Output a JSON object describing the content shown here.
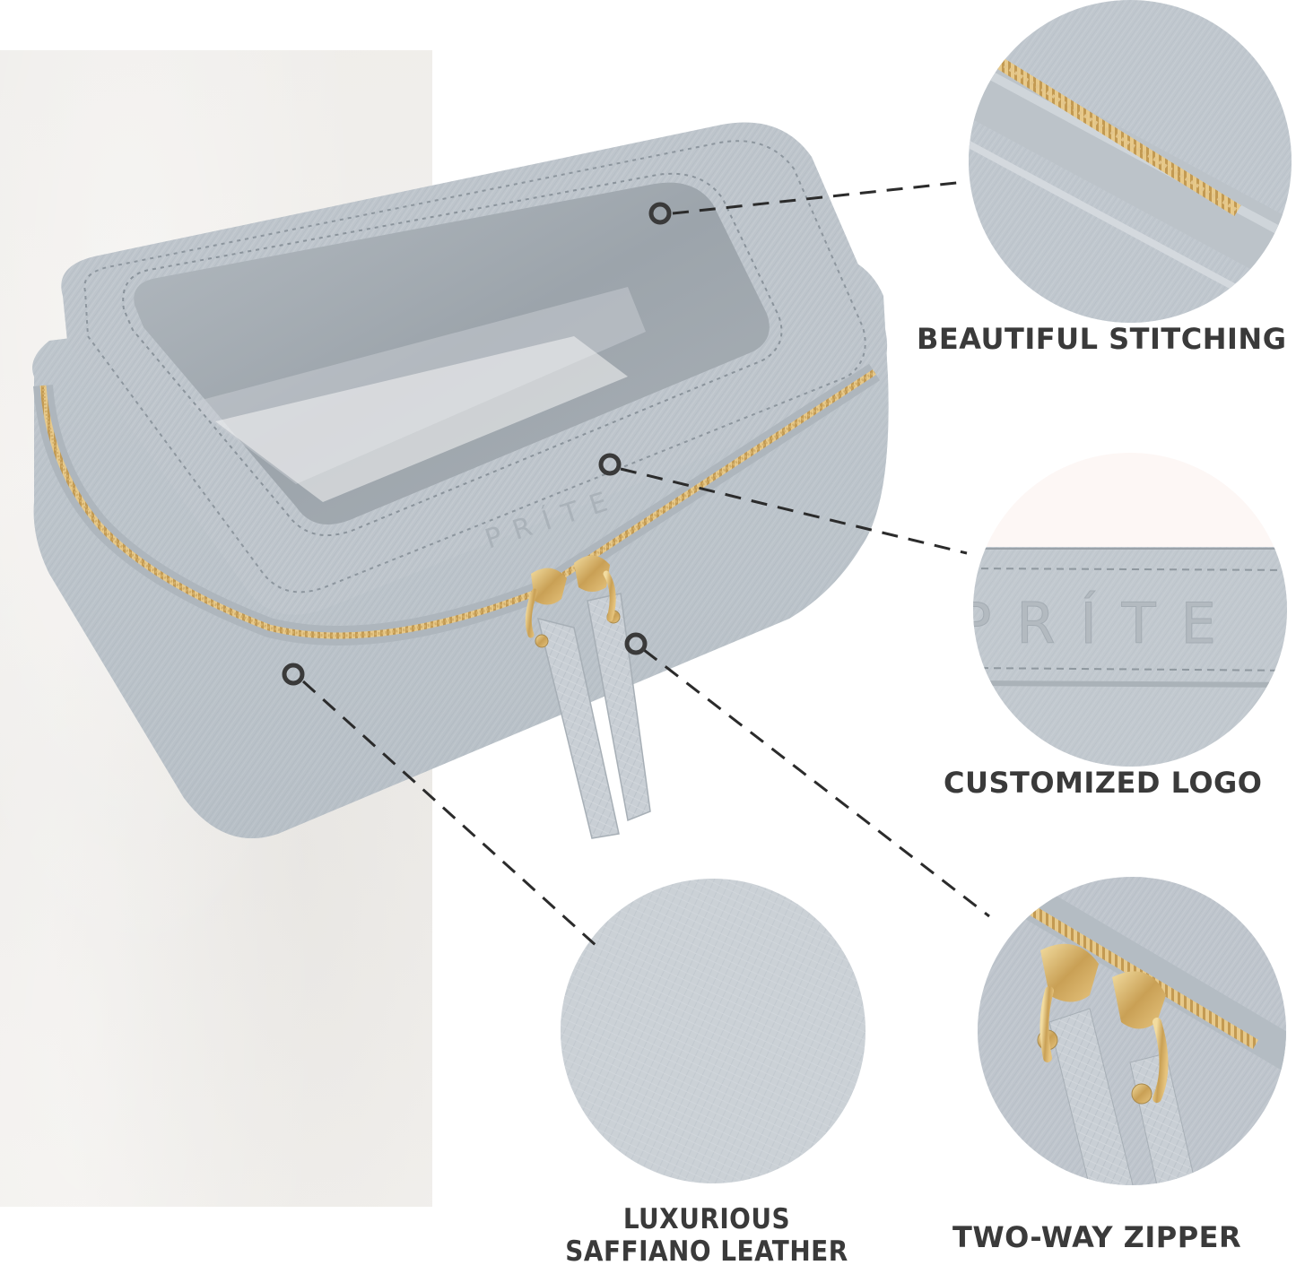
{
  "brand": {
    "logo_text": "PRÍTE"
  },
  "colors": {
    "leather": "#b9c1c8",
    "leather_light": "#cdd3d8",
    "leather_dark": "#9ea7af",
    "window": "#a9b0b6",
    "zipper_gold": "#d7b36a",
    "label_text": "#3a3a3a",
    "leader_line": "#2b2b2b",
    "backdrop": "#efedea"
  },
  "features": [
    {
      "id": "stitching",
      "label": "BEAUTIFUL STITCHING",
      "icon": "stitching-closeup"
    },
    {
      "id": "logo",
      "label": "CUSTOMIZED LOGO",
      "icon": "logo-closeup"
    },
    {
      "id": "leather",
      "label_line1": "LUXURIOUS",
      "label_line2": "SAFFIANO LEATHER",
      "icon": "leather-texture-closeup"
    },
    {
      "id": "zipper",
      "label": "TWO-WAY ZIPPER",
      "icon": "zipper-closeup"
    }
  ]
}
